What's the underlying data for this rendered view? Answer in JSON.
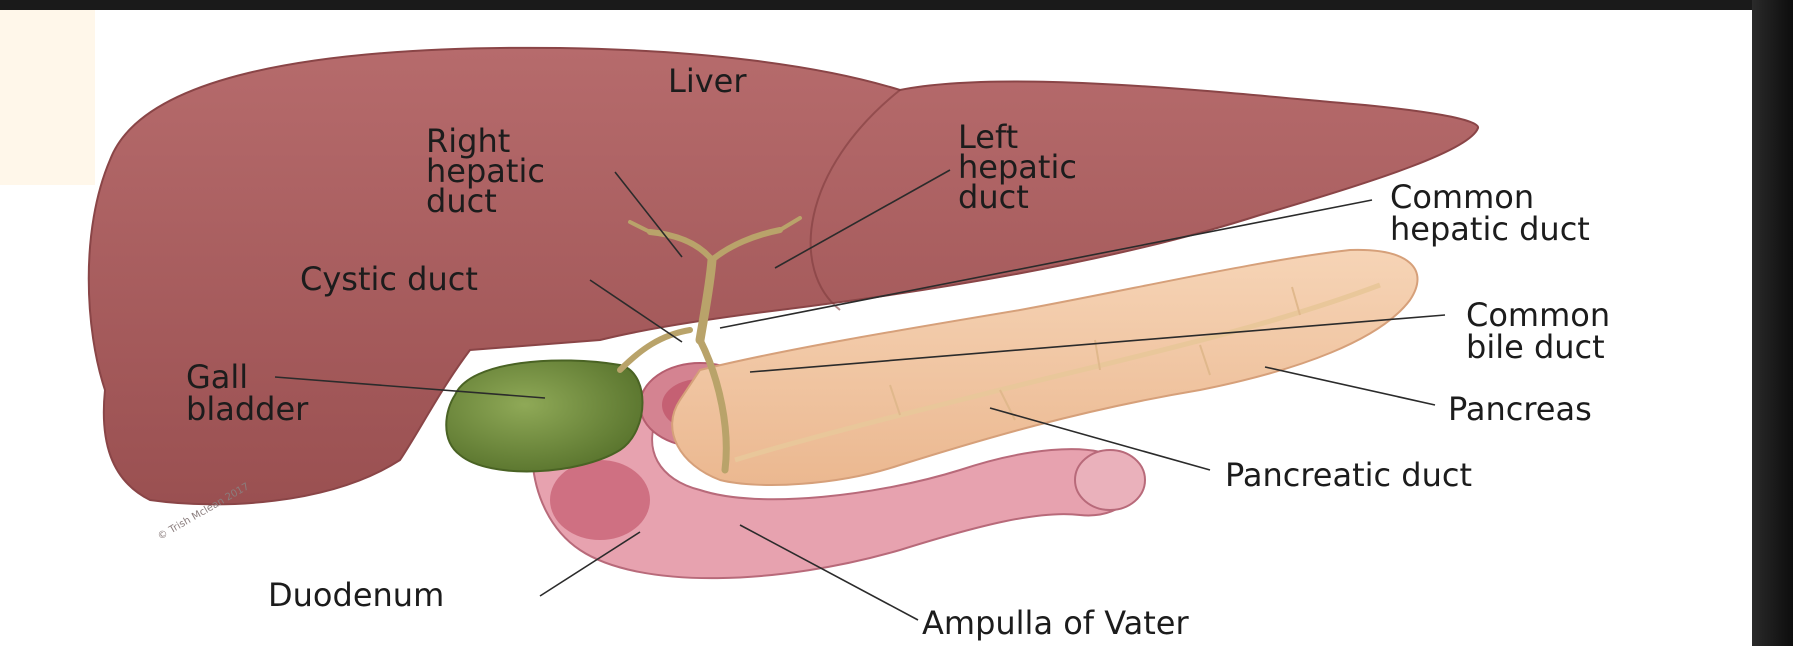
{
  "labels": {
    "liver": "Liver",
    "right_hepatic_duct": [
      "Right",
      "hepatic",
      "duct"
    ],
    "left_hepatic_duct": [
      "Left",
      "hepatic",
      "duct"
    ],
    "common_hepatic_duct": [
      "Common",
      "hepatic duct"
    ],
    "cystic_duct": "Cystic duct",
    "common_bile_duct": [
      "Common",
      "bile duct"
    ],
    "gall_bladder": [
      "Gall",
      "bladder"
    ],
    "pancreas": "Pancreas",
    "pancreatic_duct": "Pancreatic duct",
    "duodenum": "Duodenum",
    "ampulla_of_vater": "Ampulla of Vater"
  },
  "credit": "© Trish Mclean 2017",
  "colors": {
    "liver": "#a85c5e",
    "liver_dark": "#8e4849",
    "gallbladder": "#6f8a3c",
    "pancreas": "#f3c9a6",
    "duodenum": "#e8a3b0",
    "duct": "#b9a36a",
    "background": "#ffffff"
  }
}
